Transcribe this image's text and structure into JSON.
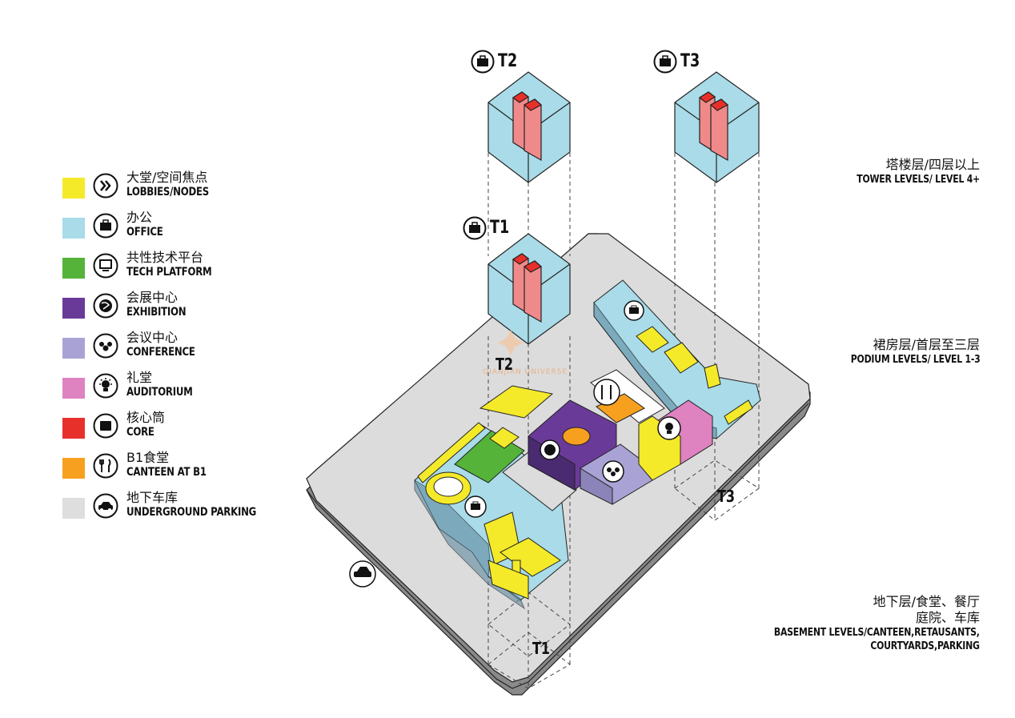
{
  "legend": [
    {
      "zh": "大堂/空间焦点",
      "en": "LOBBIES/NODES",
      "color": "#f4ea29",
      "icon": "chevron-right-icon"
    },
    {
      "zh": "办公",
      "en": "OFFICE",
      "color": "#a9dbe8",
      "icon": "briefcase-icon"
    },
    {
      "zh": "共性技术平台",
      "en": "TECH PLATFORM",
      "color": "#55b33a",
      "icon": "monitor-icon"
    },
    {
      "zh": "会展中心",
      "en": "EXHIBITION",
      "color": "#6a3a98",
      "icon": "globe-icon"
    },
    {
      "zh": "会议中心",
      "en": "CONFERENCE",
      "color": "#a9a3d5",
      "icon": "people-icon"
    },
    {
      "zh": "礼堂",
      "en": "AUDITORIUM",
      "color": "#de82c0",
      "icon": "lightbulb-icon"
    },
    {
      "zh": "核心筒",
      "en": "CORE",
      "color": "#e8302b",
      "icon": "square-icon"
    },
    {
      "zh": "B1食堂",
      "en": "CANTEEN AT B1",
      "color": "#f7a01f",
      "icon": "fork-knife-icon"
    },
    {
      "zh": "地下车库",
      "en": "UNDERGROUND PARKING",
      "color": "#dedede",
      "icon": "car-icon"
    }
  ],
  "levels": {
    "tower": {
      "zh": "塔楼层/四层以上",
      "en": "TOWER LEVELS/ LEVEL 4+"
    },
    "podium": {
      "zh": "裙房层/首层至三层",
      "en": "PODIUM LEVELS/ LEVEL 1-3"
    },
    "basement": {
      "zh1": "地下层/食堂、餐厅",
      "zh2": "庭院、车库",
      "en1": "BASEMENT LEVELS/CANTEEN,RETAUSANTS,",
      "en2": "COURTYARDS,PARKING"
    }
  },
  "towers": {
    "t1": "T1",
    "t2": "T2",
    "t3": "T3",
    "base_t1": "T1",
    "base_t2": "T2",
    "base_t3": "T3"
  },
  "watermark": "QIANJIAN UNIVERSE"
}
